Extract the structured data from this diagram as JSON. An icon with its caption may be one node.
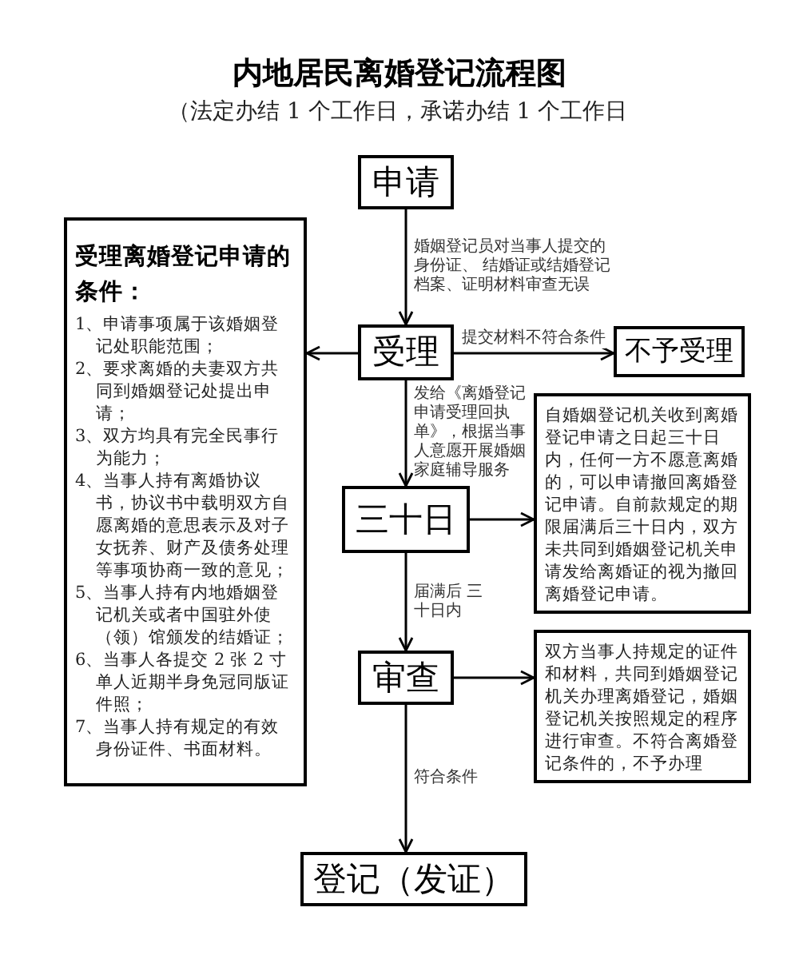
{
  "diagram": {
    "title": "内地居民离婚登记流程图",
    "caption": "（法定办结 1 个工作日，承诺办结 1 个工作日",
    "nodes": [
      {
        "text": [
          "申请"
        ]
      },
      {
        "text": [
          "受理离婚登记申请的条件：",
          "1、申请事项属于该婚姻登记处职能范围；",
          "2、要求离婚的夫妻双方共同到婚姻登记处提出申请；",
          "3、双方均具有完全民事行为能力；",
          "4、当事人持有离婚协议书，协议书中载明双方自愿离婚的意思表示及对子女抚养、财产及债务处理等事项协商一致的意见；",
          "5、当事人持有内地婚姻登记机关或者中国驻外使（领）馆颁发的结婚证；",
          "6、当事人各提交 2 张 2 寸单人近期半身免冠同版证件照；",
          "7、当事人持有规定的有效身份证件、书面材料。"
        ]
      },
      {
        "text": [
          "受理"
        ]
      },
      {
        "text": [
          "不予受理"
        ]
      },
      {
        "text": [
          "三十日"
        ]
      },
      {
        "text": [
          "自婚姻登记机关收到离婚登记申请之日起三十日内，任何一方不愿意离婚的，可以申请撤回离婚登记申请。自前款规定的期限届满后三十日内，双方未共同到婚姻登记机关申请发给离婚证的视为撤回离婚登记申请。"
        ]
      },
      {
        "text": [
          "审查"
        ]
      },
      {
        "text": [
          "双方当事人持规定的证件和材料，共同到婚姻登记机关办理离婚登记，婚姻登记机关按照规定的程序进行审查。不符合离婚登记条件的，不予办理"
        ]
      },
      {
        "text": [
          "登记（发证）"
        ]
      }
    ],
    "edges": [
      {
        "from": 0,
        "to": 2,
        "arrow": "to",
        "label": "婚姻登记员对当事人提交的身份证、 结婚证或结婚登记档案、证明材料审查无误"
      },
      {
        "from": 2,
        "to": 1,
        "arrow": "to"
      },
      {
        "from": 2,
        "to": 3,
        "arrow": "to",
        "label": "提交材料不符合条件"
      },
      {
        "from": 2,
        "to": 4,
        "arrow": "to",
        "label": "发给《离婚登记申请受理回执单》，根据当事人意愿开展婚姻家庭辅导服务"
      },
      {
        "from": 4,
        "to": 5,
        "arrow": "to"
      },
      {
        "from": 4,
        "to": 6,
        "arrow": "to",
        "label": "届满后 三十日内"
      },
      {
        "from": 6,
        "to": 7,
        "arrow": "to"
      },
      {
        "from": 6,
        "to": 8,
        "arrow": "to",
        "label": "符合条件"
      }
    ]
  }
}
